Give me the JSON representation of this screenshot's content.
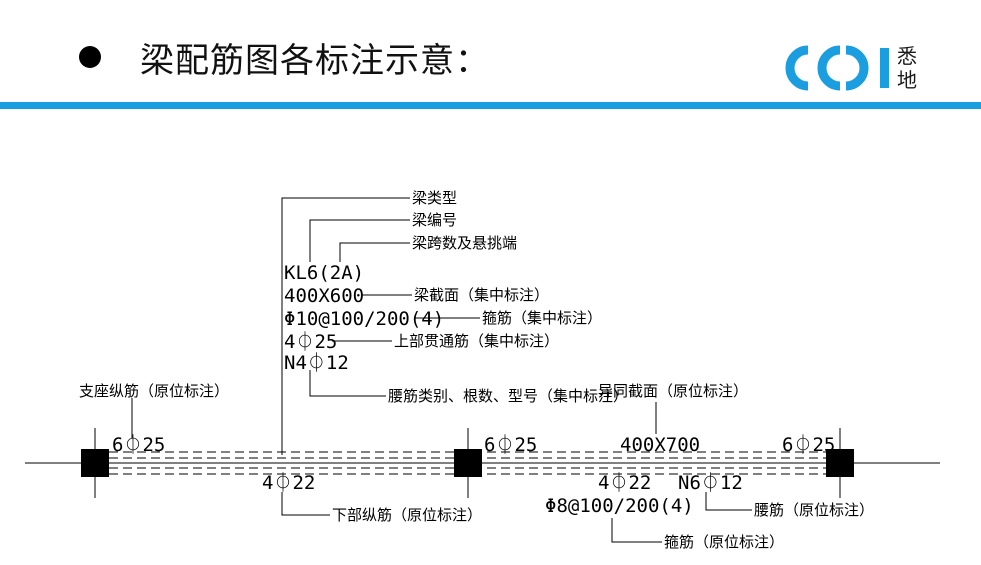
{
  "slide": {
    "title": "梁配筋图各标注示意：",
    "logo_text": "悉地",
    "accent_color": "#1a9ee0"
  },
  "annotations": {
    "beam_type": "梁类型",
    "beam_number": "梁编号",
    "span_count": "梁跨数及悬挑端",
    "section": "梁截面（集中标注）",
    "stirrup": "箍筋（集中标注）",
    "top_rebar": "上部贯通筋（集中标注）",
    "waist_rebar": "腰筋类别、根数、型号（集中标注）",
    "support_rebar": "支座纵筋（原位标注）",
    "diff_section": "异同截面（原位标注）",
    "bottom_rebar": "下部纵筋（原位标注）",
    "waist_local": "腰筋（原位标注）",
    "stirrup_local": "箍筋（原位标注）"
  },
  "codes": {
    "beam_id": "KL6(2A)",
    "section_size": "400X600",
    "stirrup_spec": "Φ10@100/200(4)",
    "top_bars": "4⏀25",
    "waist_bars": "N4⏀12",
    "support_left": "6⏀25",
    "support_mid": "6⏀25",
    "support_right": "6⏀25",
    "bottom_left": "4⏀22",
    "bottom_right": "4⏀22",
    "local_section": "400X700",
    "local_waist": "N6⏀12",
    "local_stirrup": "Φ8@100/200(4)"
  }
}
